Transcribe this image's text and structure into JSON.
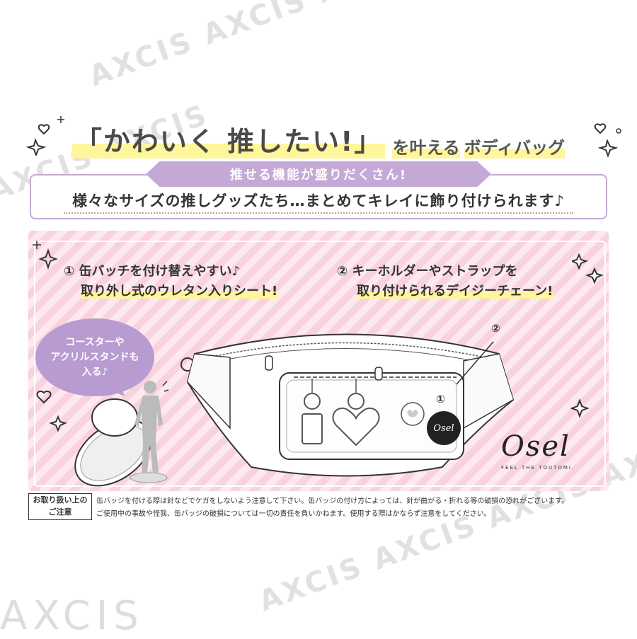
{
  "watermark": {
    "text1": "AXCIS AXCIS AXCIS AXCIS",
    "text2": "AXCIS AXCIS",
    "text3": "AXCIS AXCIS AXCIS AXCIS",
    "text4": "AXCIS"
  },
  "title": {
    "main": "「かわいく 推したい!」",
    "sub1": "を叶える",
    "sub2": "ボディバッグ"
  },
  "ribbon": {
    "label": "推せる機能が盛りだくさん!"
  },
  "description": "様々なサイズの推しグッズたち…まとめてキレイに飾り付けられます♪",
  "features": [
    {
      "line1": "① 缶バッチを付け替えやすい♪",
      "line2": "取り外し式のウレタン入りシート!"
    },
    {
      "line1": "② キーホルダーやストラップを",
      "line2": "取り付けられるデイジーチェーン!"
    }
  ],
  "bubble": {
    "line1": "コースターや",
    "line2": "アクリルスタンドも",
    "line3": "入る♪"
  },
  "callouts": {
    "one": "①",
    "two": "②"
  },
  "logo": {
    "name": "Osel",
    "tagline": "FEEL THE TOUTOMI."
  },
  "caution": {
    "label_line1": "お取り扱い上の",
    "label_line2": "ご注意",
    "line1": "缶バッジを付ける際は針などでケガをしないよう注意して下さい。缶バッジの付け方によっては、針が曲がる・折れる等の破損の恐れがございます。",
    "line2": "ご使用中の事故や怪我、缶バッジの破損については一切の責任を負いかねます。使用する際はかならず注意をしてください。"
  },
  "colors": {
    "lavender": "#c4a9d6",
    "pink_stripe": "#f8d3de",
    "highlight": "#fff59b"
  }
}
